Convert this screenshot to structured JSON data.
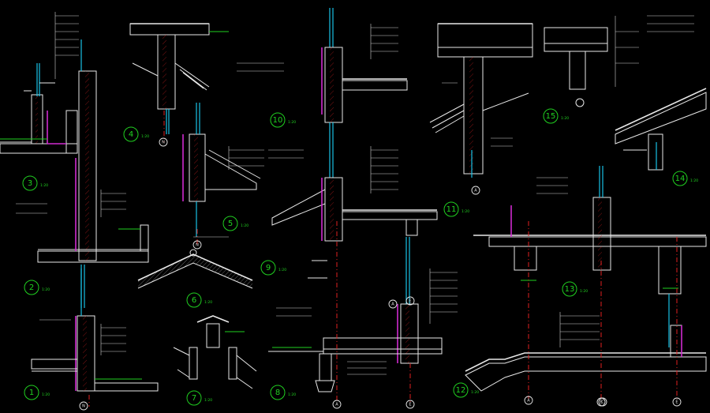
{
  "colors": {
    "background": "#000000",
    "linework": "#e8e8e8",
    "annotation": "#20d020",
    "glazing": "#19c2e6",
    "membrane": "#d02bd0",
    "axis_line": "#e02020"
  },
  "details": [
    {
      "number": "1",
      "scale": "1:20"
    },
    {
      "number": "2",
      "scale": "1:20"
    },
    {
      "number": "3",
      "scale": "1:20"
    },
    {
      "number": "4",
      "scale": "1:20"
    },
    {
      "number": "5",
      "scale": "1:20"
    },
    {
      "number": "6",
      "scale": "1:20"
    },
    {
      "number": "7",
      "scale": "1:20"
    },
    {
      "number": "8",
      "scale": "1:20"
    },
    {
      "number": "9",
      "scale": "1:20"
    },
    {
      "number": "10",
      "scale": "1:20"
    },
    {
      "number": "11",
      "scale": "1:20"
    },
    {
      "number": "12",
      "scale": "1:20"
    },
    {
      "number": "13",
      "scale": "1:20"
    },
    {
      "number": "14",
      "scale": "1:20"
    },
    {
      "number": "15",
      "scale": "1:20"
    }
  ],
  "axes": [
    "N",
    "N",
    "N",
    "A",
    "E",
    "A",
    "A",
    "E",
    "A",
    "E",
    "C",
    "E"
  ]
}
